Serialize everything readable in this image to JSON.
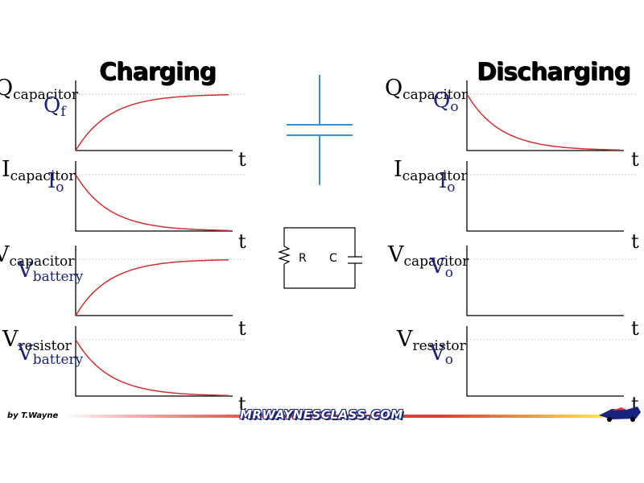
{
  "charging": {
    "title": "Charging",
    "graphs": [
      {
        "quantity": "Q",
        "sub": "capacitor",
        "ref_main": "Q",
        "ref_sub": "f",
        "axis": "t",
        "curve": "rise"
      },
      {
        "quantity": "I",
        "sub": "capacitor",
        "ref_main": "I",
        "ref_sub": "o",
        "axis": "t",
        "curve": "decay"
      },
      {
        "quantity": "V",
        "sub": "capacitor",
        "ref_main": "V",
        "ref_sub": "battery",
        "axis": "t",
        "curve": "rise"
      },
      {
        "quantity": "V",
        "sub": "resistor",
        "ref_main": "V",
        "ref_sub": "battery",
        "axis": "t",
        "curve": "decay"
      }
    ]
  },
  "discharging": {
    "title": "Discharging",
    "graphs": [
      {
        "quantity": "Q",
        "sub": "capacitor",
        "ref_main": "Q",
        "ref_sub": "o",
        "axis": "t",
        "curve": "decay"
      },
      {
        "quantity": "I",
        "sub": "capacitor",
        "ref_main": "I",
        "ref_sub": "o",
        "axis": "t",
        "curve": "none"
      },
      {
        "quantity": "V",
        "sub": "capacitor",
        "ref_main": "V",
        "ref_sub": "o",
        "axis": "t",
        "curve": "none"
      },
      {
        "quantity": "V",
        "sub": "resistor",
        "ref_main": "V",
        "ref_sub": "o",
        "axis": "t",
        "curve": "none"
      }
    ]
  },
  "circuit": {
    "resistor_label": "R",
    "capacitor_label": "C"
  },
  "footer": {
    "byline": "by T.Wayne",
    "site": "MRWAYNESCLASS.COM"
  },
  "colors": {
    "curve": "#d32f2f",
    "reference_text": "#1a237e",
    "capacitor_symbol": "#3a8fd0",
    "gridline": "#cccccc"
  },
  "icons": {
    "capacitor_symbol": "capacitor-icon",
    "footer_car": "race-car-icon"
  }
}
